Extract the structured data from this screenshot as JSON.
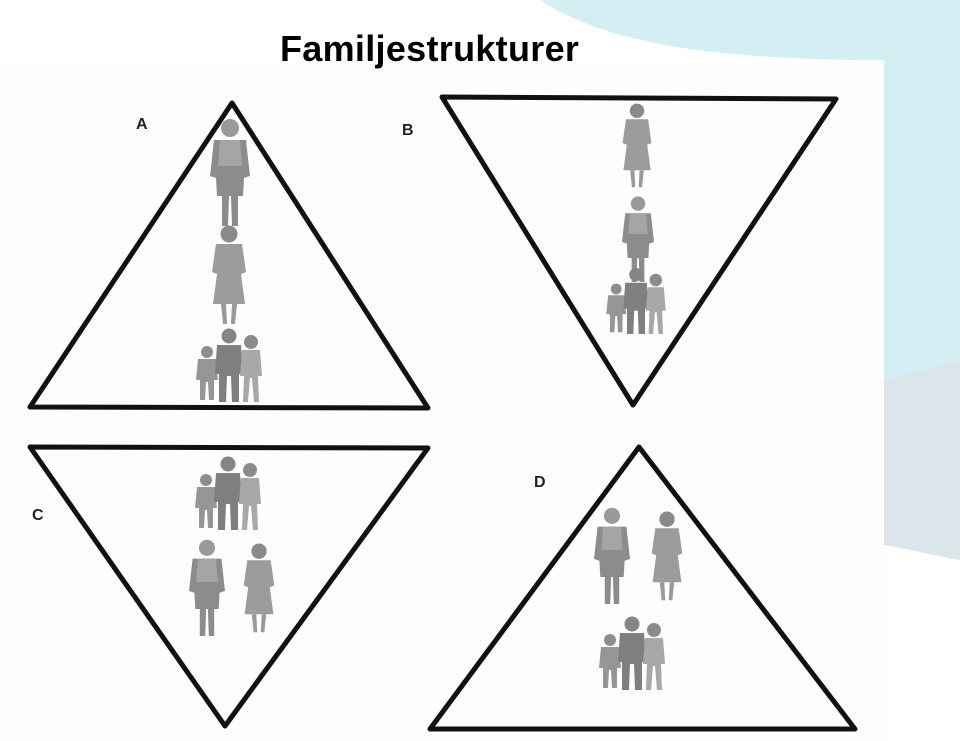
{
  "slide": {
    "title": "Familjestrukturer",
    "accent_color": "#cfeff2",
    "accent_color_secondary": "#e6f2f5"
  },
  "panels": [
    {
      "label": "A",
      "orientation": "up",
      "people": [
        "father",
        "mother",
        "children-group"
      ]
    },
    {
      "label": "B",
      "orientation": "down",
      "people": [
        "mother",
        "father",
        "children-group"
      ]
    },
    {
      "label": "C",
      "orientation": "down",
      "people": [
        "children-group",
        "father",
        "mother"
      ]
    },
    {
      "label": "D",
      "orientation": "up",
      "people": [
        "father",
        "mother",
        "children-group"
      ]
    }
  ]
}
